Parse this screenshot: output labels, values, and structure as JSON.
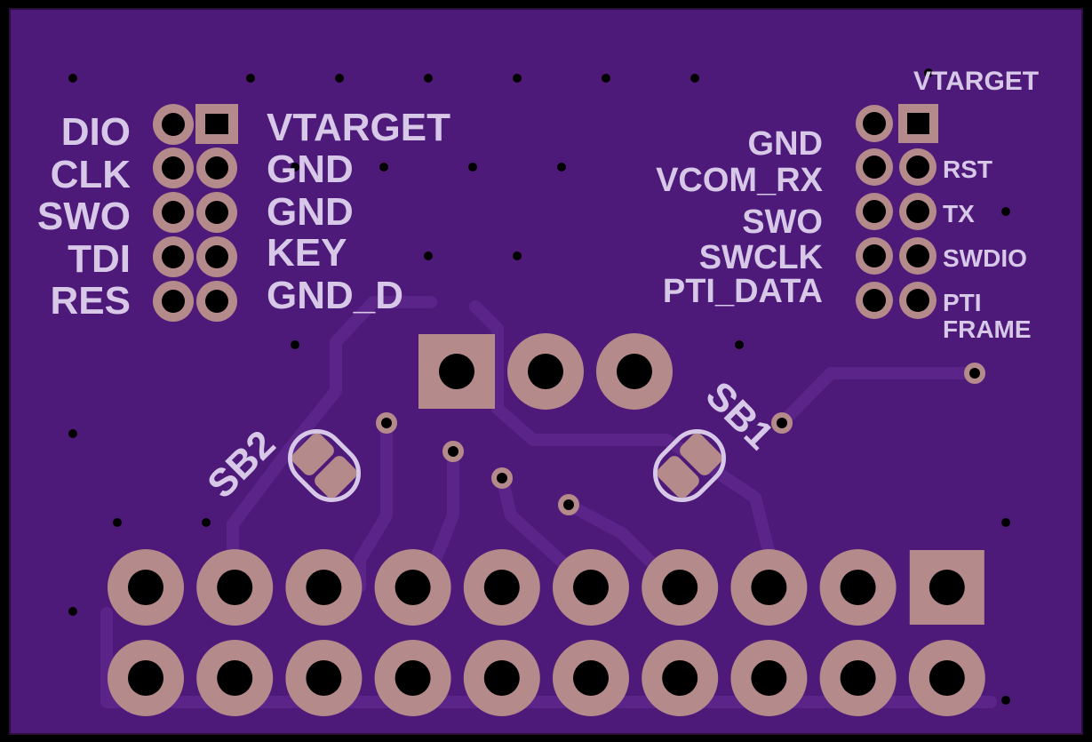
{
  "board": {
    "colors": {
      "background": "#000000",
      "edge": "#2a0f3c",
      "copper_pour": "#4d1a7a",
      "trace": "#5a2488",
      "pad": "#b58a8a",
      "drill": "#000000",
      "silkscreen": "#d8c8e8"
    }
  },
  "left_header": {
    "left_labels": [
      "DIO",
      "CLK",
      "SWO",
      "TDI",
      "RES"
    ],
    "right_labels": [
      "VTARGET",
      "GND",
      "GND",
      "KEY",
      "GND_D"
    ]
  },
  "right_header": {
    "top_label": "VTARGET",
    "left_labels": [
      "GND",
      "VCOM_RX",
      "SWO",
      "SWCLK",
      "PTI_DATA"
    ],
    "right_labels": [
      "RST",
      "TX",
      "SWDIO",
      "PTI",
      "FRAME"
    ]
  },
  "solder_bridges": {
    "sb2": "SB2",
    "sb1": "SB1"
  }
}
